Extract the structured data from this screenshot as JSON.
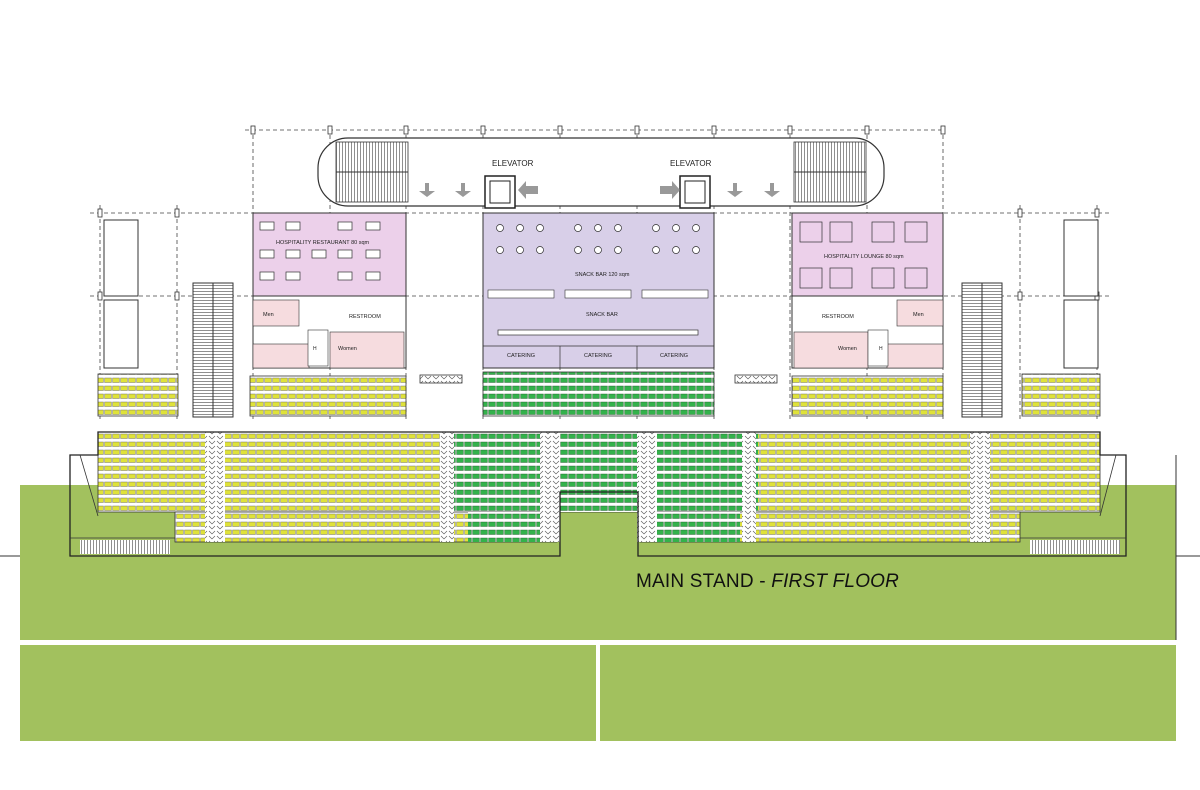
{
  "title": {
    "main": "MAIN STAND",
    "separator": " - ",
    "sub": "FIRST FLOOR"
  },
  "labels": {
    "elevator_left": "ELEVATOR",
    "elevator_right": "ELEVATOR",
    "hospitality_restaurant": "HOSPITALITY RESTAURANT  80 sqm",
    "hospitality_lounge": "HOSPITALITY LOUNGE  80 sqm",
    "snack_bar_area": "SNACK BAR  120 sqm",
    "snack_bar_counter": "SNACK BAR",
    "catering_1": "CATERING",
    "catering_2": "CATERING",
    "catering_3": "CATERING",
    "restroom_left": "RESTROOM",
    "restroom_right": "RESTROOM",
    "men_left": "Men",
    "women_left": "Women",
    "men_right": "Men",
    "women_right": "Women",
    "h_left": "H",
    "h_right": "H"
  },
  "colors": {
    "pitch": "#a2c15e",
    "seat_yellow": "#dfe23a",
    "seat_green": "#33b24b",
    "hospitality": "#ecd0ea",
    "snack_bar": "#d8cfe8",
    "restroom": "#f6dcdf",
    "line": "#333333"
  }
}
